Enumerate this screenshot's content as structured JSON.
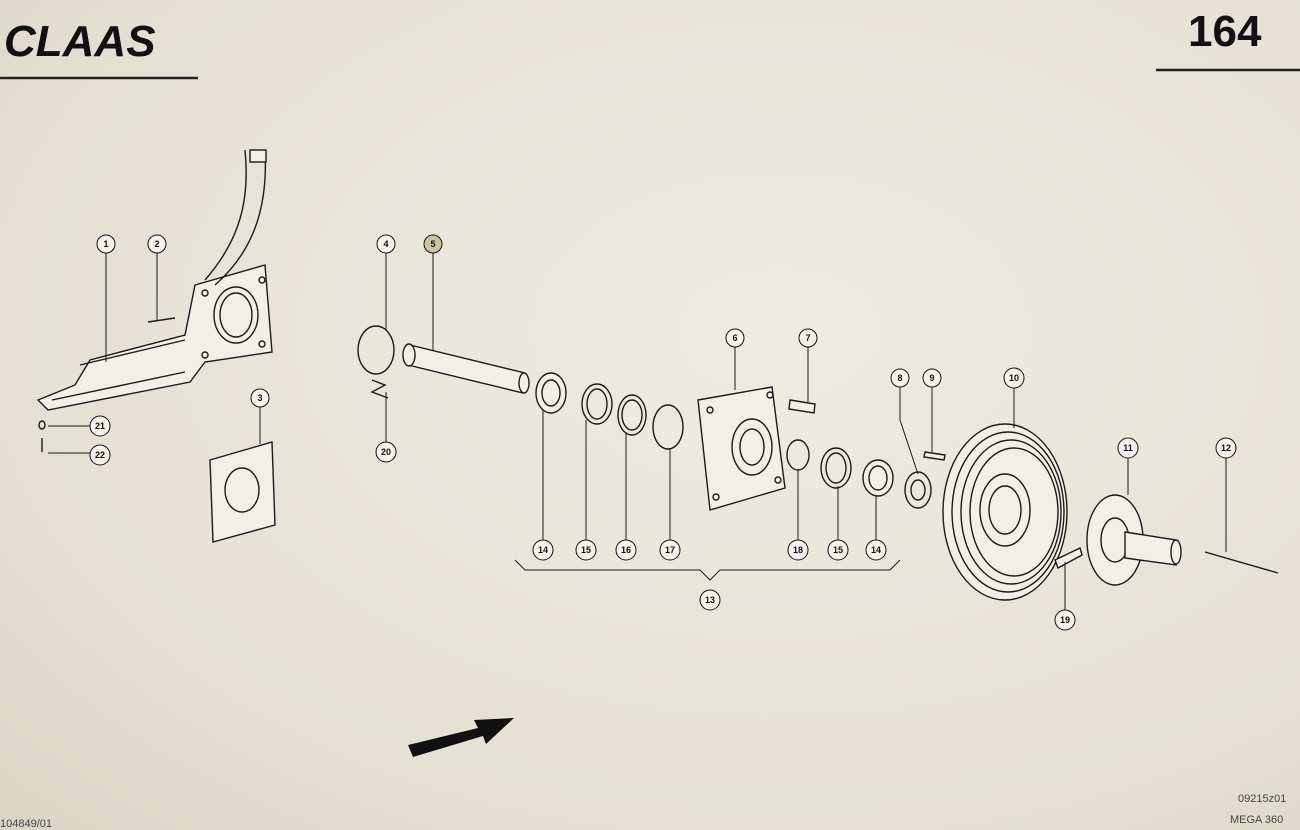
{
  "header": {
    "brand": "CLAAS",
    "page_number": "164"
  },
  "footer": {
    "left_code": "104849/01",
    "right_code_1": "09215z01",
    "right_code_2": "MEGA 360"
  },
  "callouts": {
    "c1": "1",
    "c2": "2",
    "c3": "3",
    "c4": "4",
    "c5": "5",
    "c6": "6",
    "c7": "7",
    "c8": "8",
    "c9": "9",
    "c10": "10",
    "c11": "11",
    "c12": "12",
    "c13": "13",
    "c14a": "14",
    "c15a": "15",
    "c16": "16",
    "c17": "17",
    "c18": "18",
    "c15b": "15",
    "c14b": "14",
    "c19": "19",
    "c20": "20",
    "c21": "21",
    "c22": "22"
  },
  "colors": {
    "ink": "#1a1a1a",
    "paper": "#e6e3d6"
  }
}
